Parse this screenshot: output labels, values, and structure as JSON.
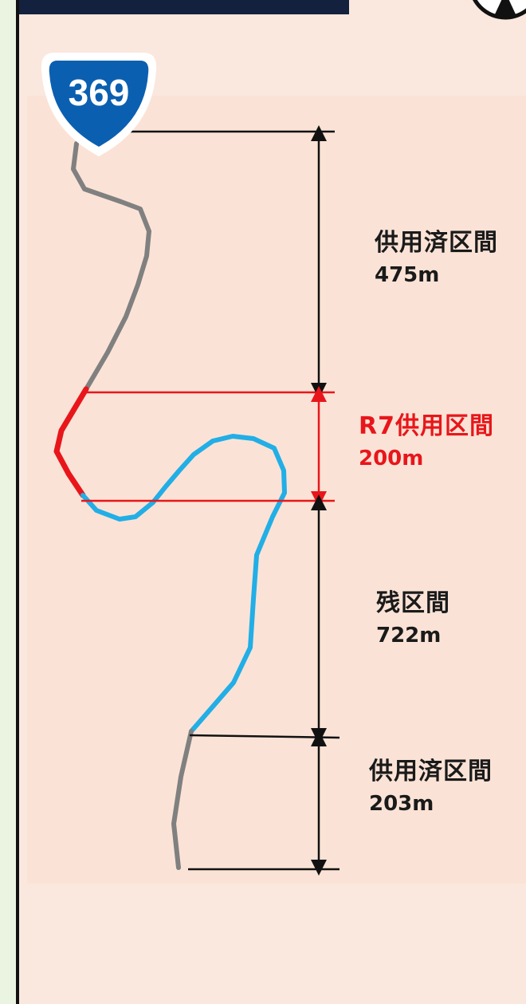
{
  "route_shield": {
    "number": "369",
    "color": "#0b5fb0"
  },
  "sections": [
    {
      "name": "供用済区間",
      "distance": "475m",
      "status_color": "#808080"
    },
    {
      "name": "R7供用区間",
      "distance": "200m",
      "status_color": "#e8161b"
    },
    {
      "name": "残区間",
      "distance": "722m",
      "status_color": "#22aee6"
    },
    {
      "name": "供用済区間",
      "distance": "203m",
      "status_color": "#808080"
    }
  ],
  "colors": {
    "background": "#fae7dd",
    "opened_road": "#808080",
    "r7_section": "#e8161b",
    "remaining_road": "#22aee6",
    "dimension_line": "#111111",
    "top_bar": "#13213f",
    "left_strip": "#eaf4e0"
  },
  "icons": {
    "top_right": "compass-icon"
  }
}
